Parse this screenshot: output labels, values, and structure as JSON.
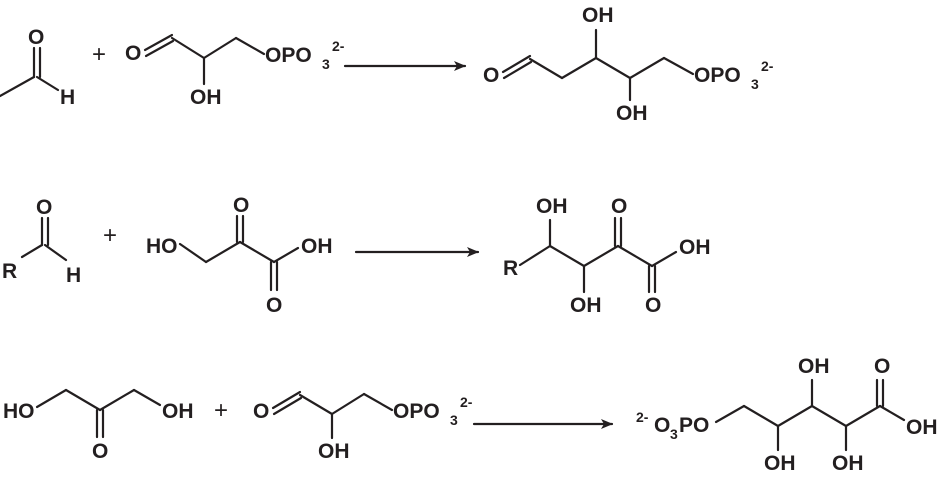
{
  "labels": {
    "O": "O",
    "H": "H",
    "R": "R",
    "OH": "OH",
    "HO": "HO",
    "O_minus": "O",
    "P": "P",
    "plus": "+",
    "opo": "OPO",
    "sub3": "3",
    "charge": "2-",
    "o3po_lead": "O",
    "po_tail": "PO"
  }
}
